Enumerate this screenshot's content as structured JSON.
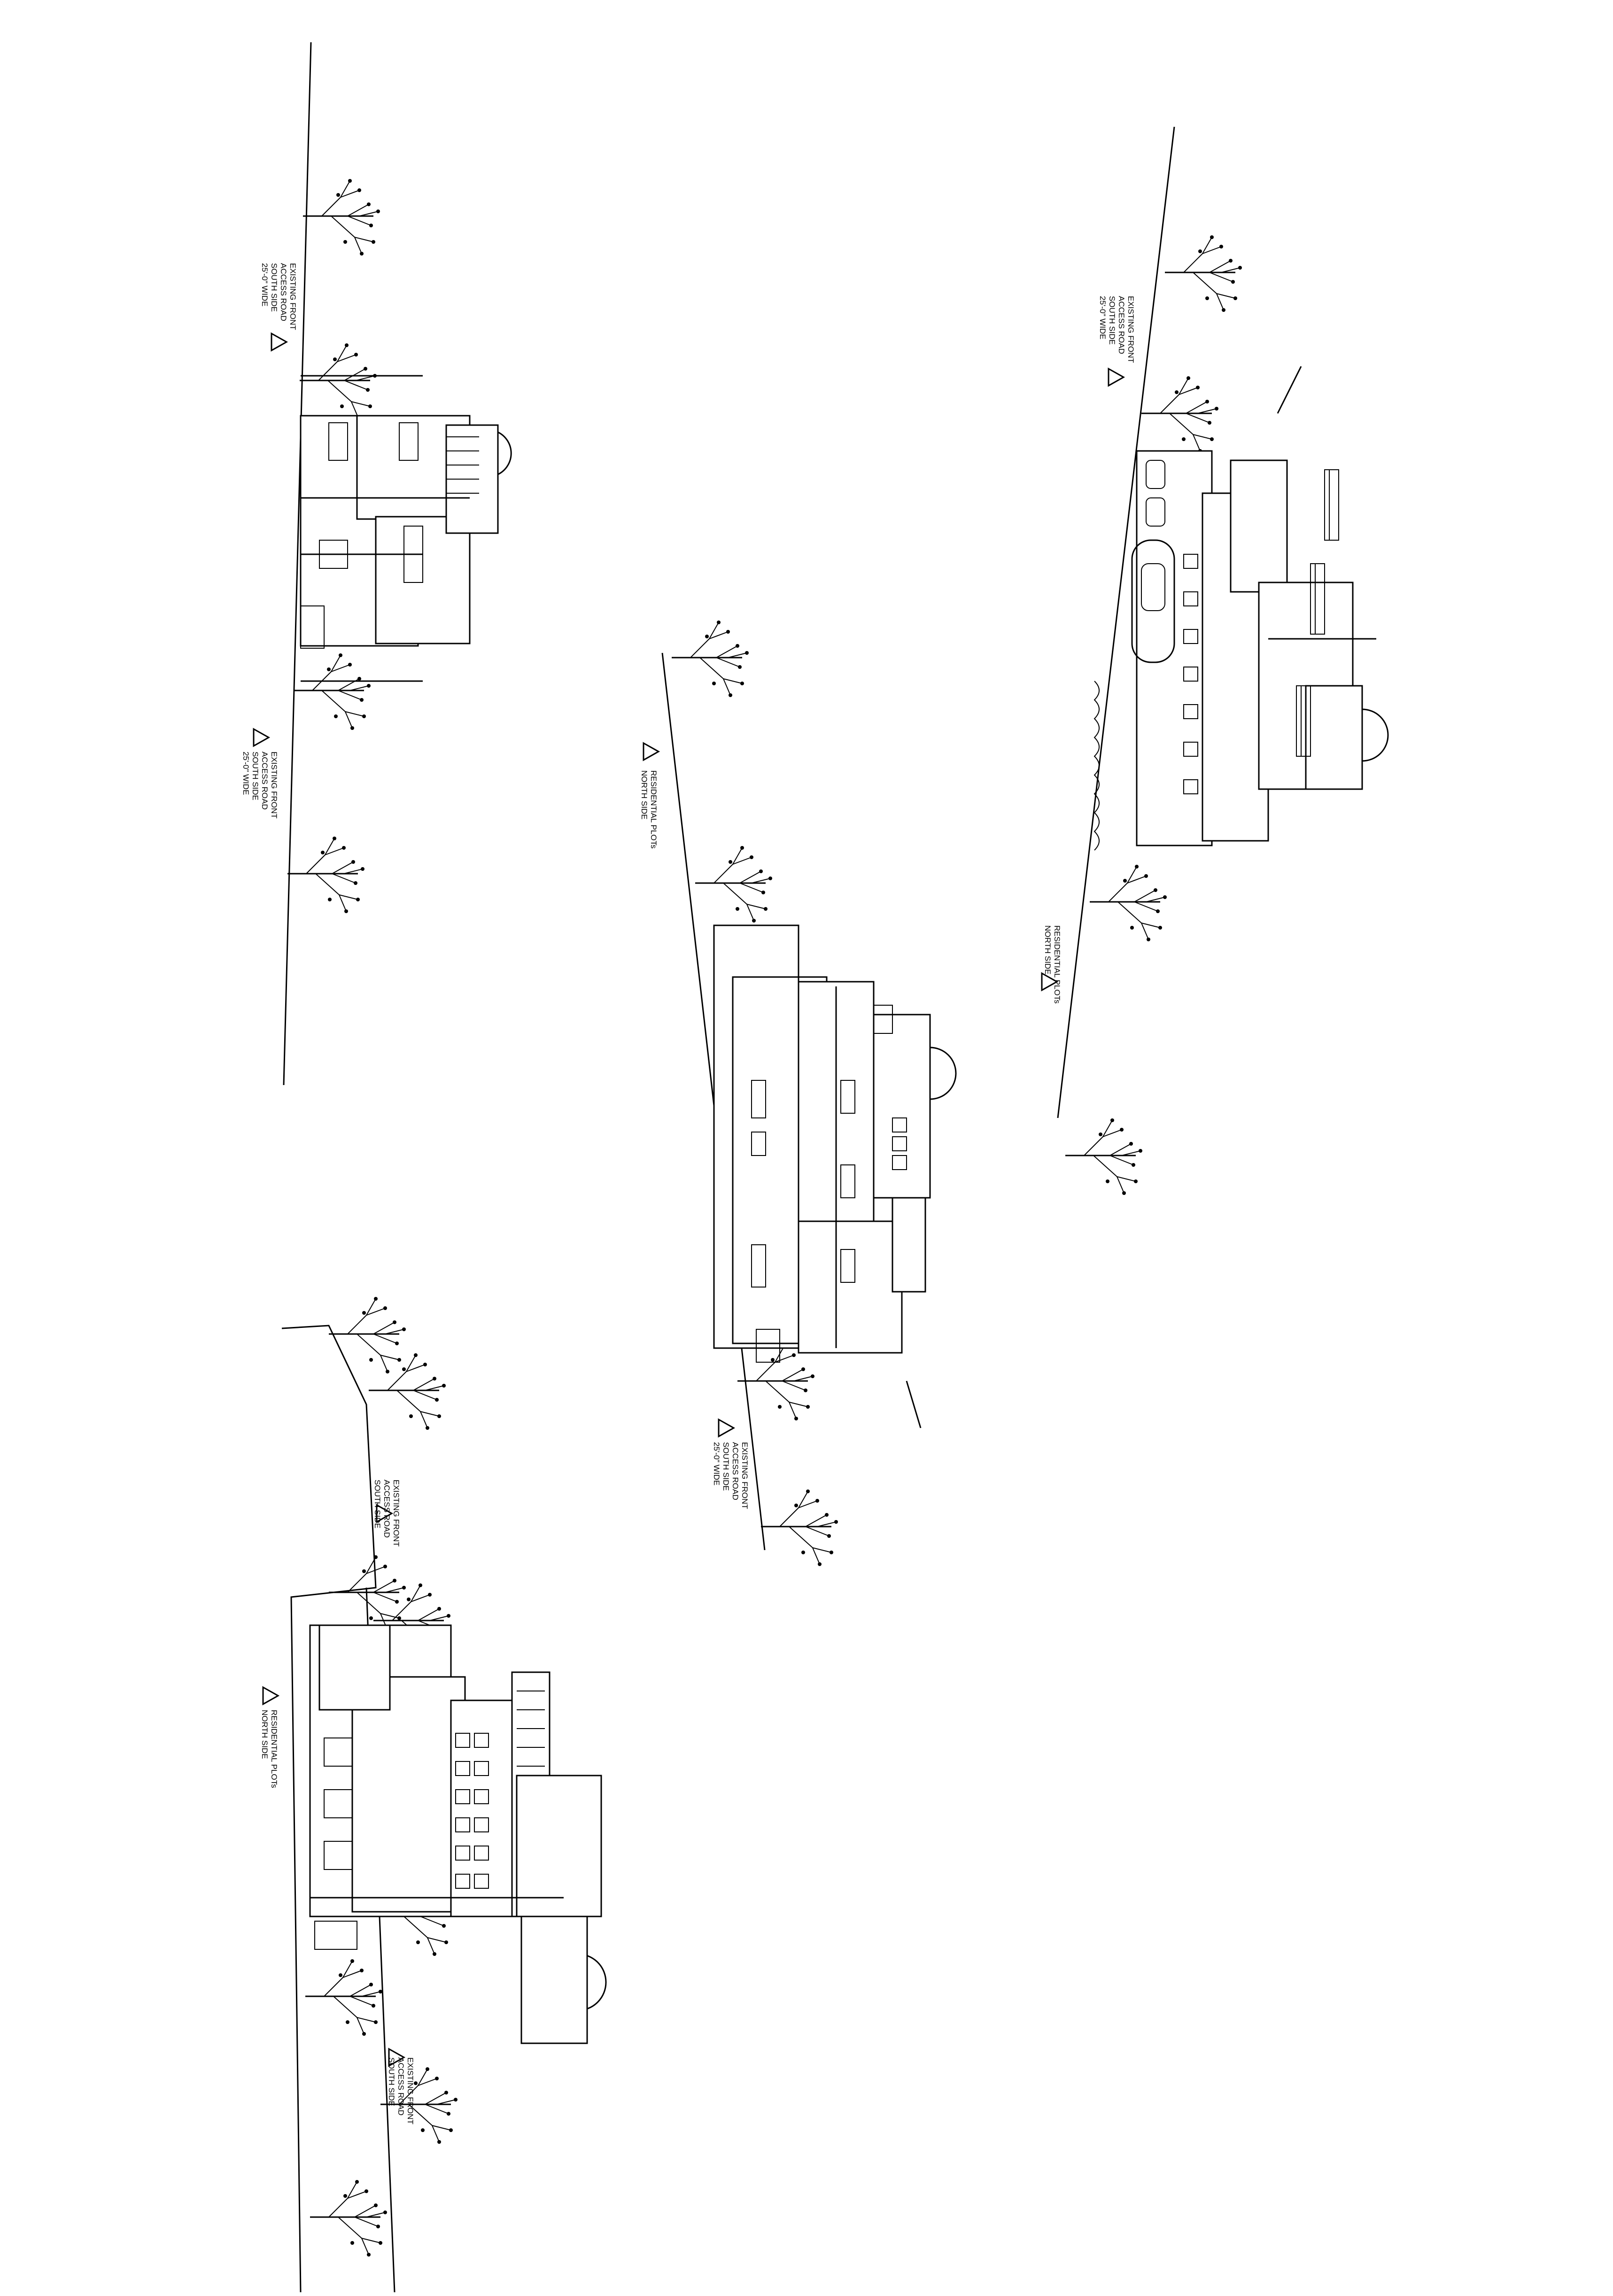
{
  "labels": {
    "s1_top": [
      "EXISTING FRONT",
      "ACCESS ROAD",
      "SOUTH SIDE",
      "25'-0\" WIDE"
    ],
    "s1_bottom": [
      "EXISTING FRONT",
      "ACCESS ROAD",
      "SOUTH SIDE",
      "25'-0\" WIDE"
    ],
    "s2_top": [
      "RESIDENTIAL PLOTs",
      "NORTH SIDE"
    ],
    "s2_bottom": [
      "EXISTING FRONT",
      "ACCESS ROAD",
      "SOUTH SIDE",
      "25'-0\" WIDE"
    ],
    "s3_top": [
      "EXISTING FRONT",
      "ACCESS ROAD",
      "SOUTH SIDE",
      "25'-0\" WIDE"
    ],
    "s3_bottom": [
      "RESIDENTIAL PLOTs",
      "NORTH SIDE"
    ],
    "s4_top": [
      "EXISTING FRONT",
      "ACCESS ROAD",
      "SOUTH SIDE"
    ],
    "s4_mid": [
      "RESIDENTIAL PLOTs",
      "NORTH SIDE"
    ],
    "s4_bottom": [
      "EXISTING FRONT",
      "ACCESS ROAD",
      "SOUTH SIDE"
    ]
  }
}
